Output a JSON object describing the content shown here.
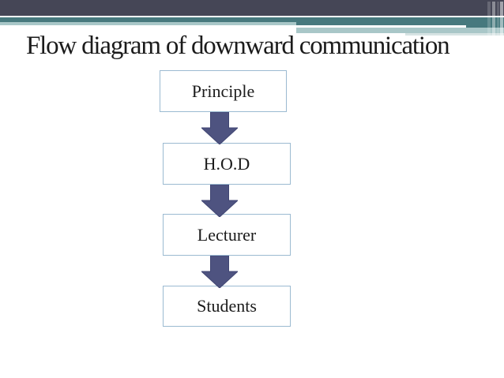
{
  "slide": {
    "title": "Flow diagram of downward communication",
    "nodes": [
      {
        "label": "Principle"
      },
      {
        "label": "H.O.D"
      },
      {
        "label": "Lecturer"
      },
      {
        "label": "Students"
      }
    ],
    "connector_icon": "down-arrow-icon",
    "colors": {
      "banner_dark": "#454656",
      "banner_teal": "#47797E",
      "banner_pale": "#A9C7C8",
      "banner_faint": "#D6E3E3",
      "arrow_fill": "#4E5380",
      "arrow_stroke": "#404673",
      "box_border": "#9BBAD1",
      "text": "#1B1B1B"
    }
  }
}
